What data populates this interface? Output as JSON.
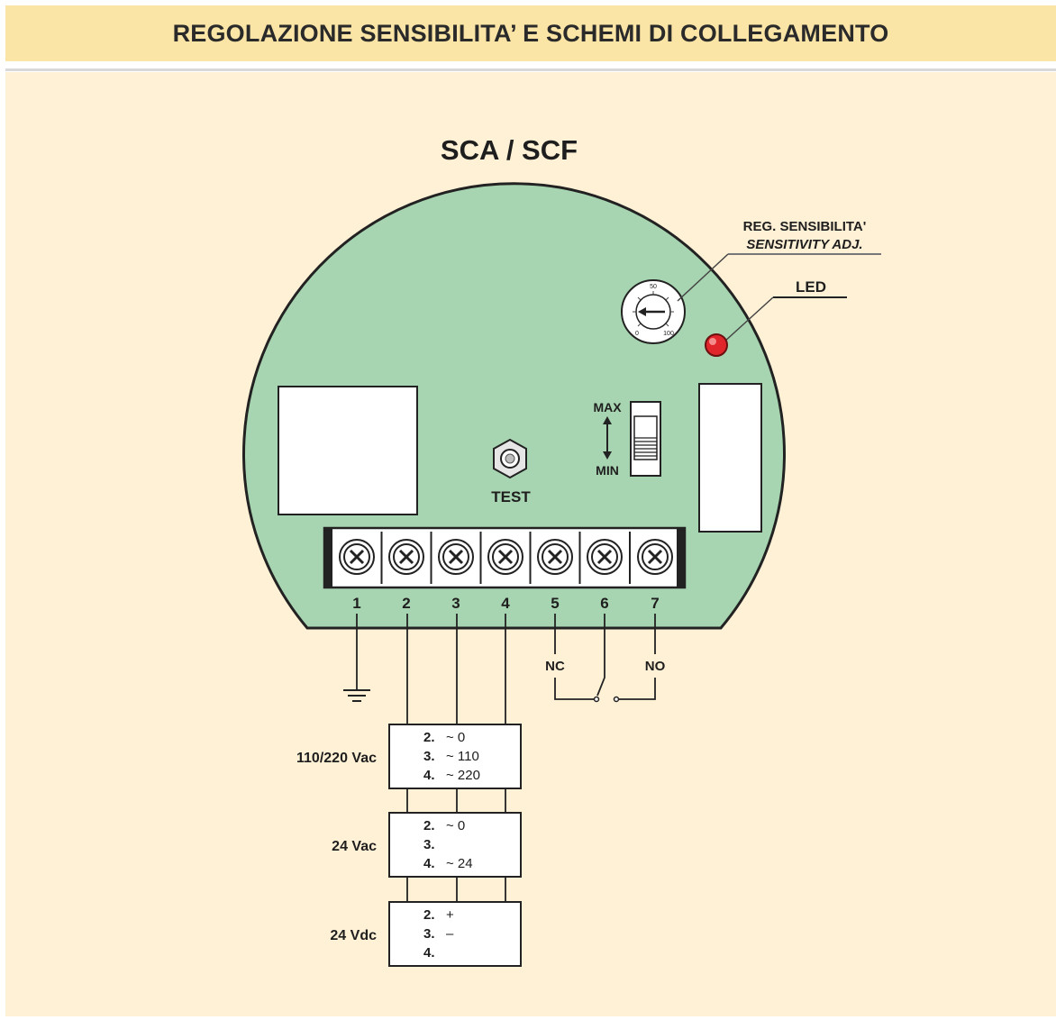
{
  "header": {
    "title": "REGOLAZIONE SENSIBILITA’ E SCHEMI DI COLLEGAMENTO"
  },
  "diagram": {
    "model_title": "SCA / SCF",
    "sensitivity_label": "REG. SENSIBILITA'",
    "sensitivity_label_en": "SENSITIVITY ADJ.",
    "led_label": "LED",
    "dial": {
      "top": "50",
      "left": "0",
      "right": "100"
    },
    "switch": {
      "max": "MAX",
      "min": "MIN"
    },
    "test_label": "TEST",
    "terminals": [
      "1",
      "2",
      "3",
      "4",
      "5",
      "6",
      "7"
    ],
    "contacts": {
      "nc": "NC",
      "no": "NO"
    },
    "power_blocks": [
      {
        "label": "110/220 Vac",
        "rows": [
          {
            "num": "2.",
            "val": "~ 0"
          },
          {
            "num": "3.",
            "val": "~ 110"
          },
          {
            "num": "4.",
            "val": "~ 220"
          }
        ]
      },
      {
        "label": "24 Vac",
        "rows": [
          {
            "num": "2.",
            "val": "~ 0"
          },
          {
            "num": "3.",
            "val": ""
          },
          {
            "num": "4.",
            "val": "~ 24"
          }
        ]
      },
      {
        "label": "24 Vdc",
        "rows": [
          {
            "num": "2.",
            "val": "+"
          },
          {
            "num": "3.",
            "val": "–"
          },
          {
            "num": "4.",
            "val": ""
          }
        ]
      }
    ],
    "colors": {
      "board": "#a8d5b1",
      "panel_bg": "#fff1d6",
      "header_bg": "#fbe5a6",
      "led": "#e0262b",
      "stroke": "#222222"
    }
  }
}
